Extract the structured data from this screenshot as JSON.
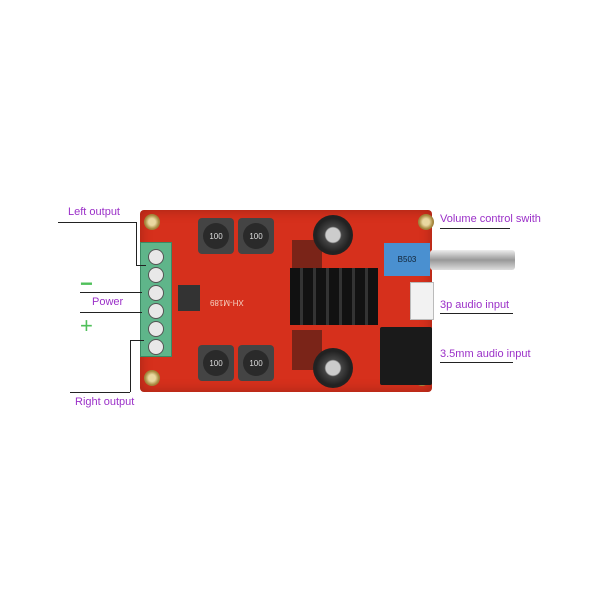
{
  "labels": {
    "left_output": "Left output",
    "minus": "−",
    "power": "Power",
    "plus": "+",
    "right_output": "Right output",
    "volume_control": "Volume control swith",
    "audio_3p": "3p audio input",
    "audio_35mm": "3.5mm audio input"
  },
  "board": {
    "model": "XH-M189",
    "inductor_marking": "100",
    "pot_marking": "B503"
  },
  "colors": {
    "label": "#9b30c8",
    "sign": "#4fc05a",
    "pcb": "#d6301c",
    "terminal": "#5fb58a"
  }
}
